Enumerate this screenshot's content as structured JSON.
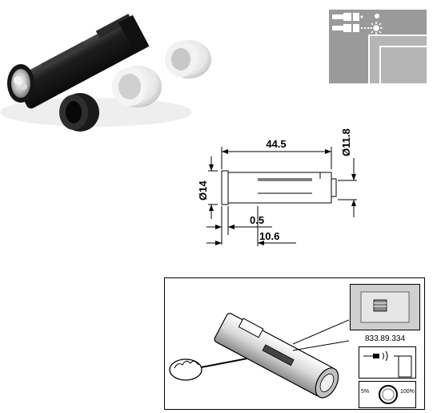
{
  "dimensions": {
    "length": "44.5",
    "diameter_body": "Ø14",
    "diameter_tip": "Ø11.8",
    "flange": "0.5",
    "flange_depth": "10.6"
  },
  "install": {
    "part_number": "833.89.334",
    "dimmer_min": "5%",
    "dimmer_max": "100%"
  }
}
